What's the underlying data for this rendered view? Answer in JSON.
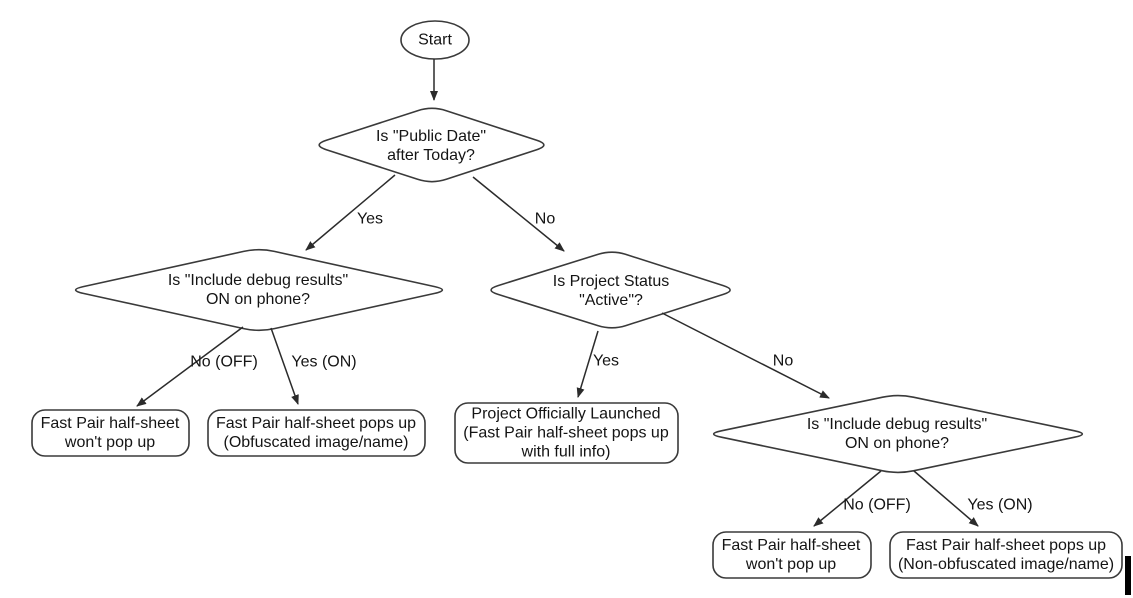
{
  "colors": {
    "shape_stroke": "#3a3a3a",
    "arrow": "#2b2b2b",
    "text": "#141414",
    "background": "#ffffff"
  },
  "flowchart": {
    "start": {
      "label": "Start"
    },
    "decisions": {
      "public_date": {
        "line1": "Is \"Public Date\"",
        "line2": "after Today?"
      },
      "debug_left": {
        "line1": "Is \"Include debug results\"",
        "line2": "ON on phone?"
      },
      "project_status": {
        "line1": "Is Project Status",
        "line2": "\"Active\"?"
      },
      "debug_right": {
        "line1": "Is \"Include debug results\"",
        "line2": "ON on phone?"
      }
    },
    "outcomes": {
      "left_no": {
        "line1": "Fast Pair half-sheet",
        "line2": "won't pop up"
      },
      "left_yes": {
        "line1": "Fast Pair half-sheet pops up",
        "line2": "(Obfuscated image/name)"
      },
      "launched": {
        "line1": "Project Officially Launched",
        "line2": "(Fast Pair half-sheet pops up",
        "line3": "with full info)"
      },
      "right_no": {
        "line1": "Fast Pair half-sheet",
        "line2": "won't pop up"
      },
      "right_yes": {
        "line1": "Fast Pair half-sheet pops up",
        "line2": "(Non-obfuscated image/name)"
      }
    },
    "edge_labels": {
      "yes_top": "Yes",
      "no_top": "No",
      "no_off_left": "No (OFF)",
      "yes_on_left": "Yes (ON)",
      "yes_mid": "Yes",
      "no_mid": "No",
      "no_off_right": "No (OFF)",
      "yes_on_right": "Yes (ON)"
    }
  }
}
